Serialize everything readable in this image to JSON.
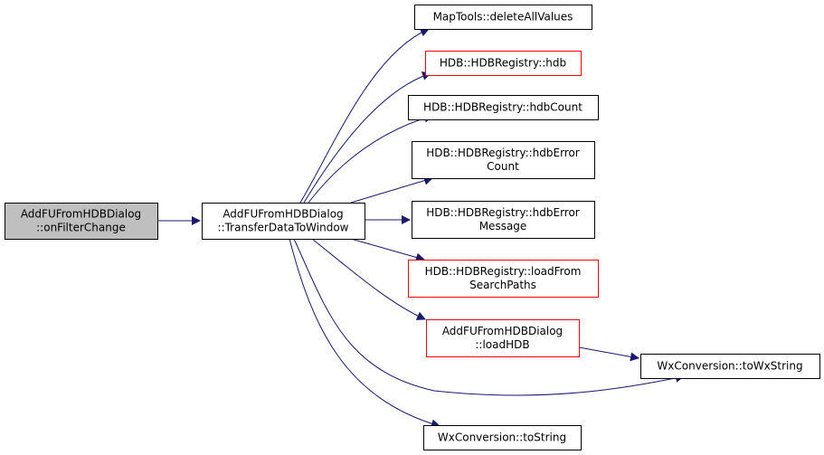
{
  "colors": {
    "edge": "#191970",
    "node_border_default": "#000000",
    "node_border_incomplete": "#ff0000",
    "node_fill_default": "#ffffff",
    "node_fill_root": "#bfbfbf"
  },
  "nodes": [
    {
      "id": "root",
      "lines": [
        "AddFUFromHDBDialog",
        "::onFilterChange"
      ],
      "style": "root"
    },
    {
      "id": "transfer",
      "lines": [
        "AddFUFromHDBDialog",
        "::TransferDataToWindow"
      ],
      "style": "default"
    },
    {
      "id": "deleteAll",
      "lines": [
        "MapTools::deleteAllValues"
      ],
      "style": "default"
    },
    {
      "id": "hdb",
      "lines": [
        "HDB::HDBRegistry::hdb"
      ],
      "style": "incomplete"
    },
    {
      "id": "hdbCount",
      "lines": [
        "HDB::HDBRegistry::hdbCount"
      ],
      "style": "default"
    },
    {
      "id": "hdbErrorCount",
      "lines": [
        "HDB::HDBRegistry::hdbError",
        "Count"
      ],
      "style": "default"
    },
    {
      "id": "hdbErrorMessage",
      "lines": [
        "HDB::HDBRegistry::hdbError",
        "Message"
      ],
      "style": "default"
    },
    {
      "id": "loadFrom",
      "lines": [
        "HDB::HDBRegistry::loadFrom",
        "SearchPaths"
      ],
      "style": "incomplete"
    },
    {
      "id": "loadHDB",
      "lines": [
        "AddFUFromHDBDialog",
        "::loadHDB"
      ],
      "style": "incomplete"
    },
    {
      "id": "toWxString",
      "lines": [
        "WxConversion::toWxString"
      ],
      "style": "default"
    },
    {
      "id": "toString",
      "lines": [
        "WxConversion::toString"
      ],
      "style": "default"
    }
  ],
  "edges": [
    {
      "from": "root",
      "to": "transfer"
    },
    {
      "from": "transfer",
      "to": "deleteAll"
    },
    {
      "from": "transfer",
      "to": "hdb"
    },
    {
      "from": "transfer",
      "to": "hdbCount"
    },
    {
      "from": "transfer",
      "to": "hdbErrorCount"
    },
    {
      "from": "transfer",
      "to": "hdbErrorMessage"
    },
    {
      "from": "transfer",
      "to": "loadFrom"
    },
    {
      "from": "transfer",
      "to": "loadHDB"
    },
    {
      "from": "transfer",
      "to": "toWxString"
    },
    {
      "from": "transfer",
      "to": "toString"
    },
    {
      "from": "loadHDB",
      "to": "toWxString"
    }
  ]
}
